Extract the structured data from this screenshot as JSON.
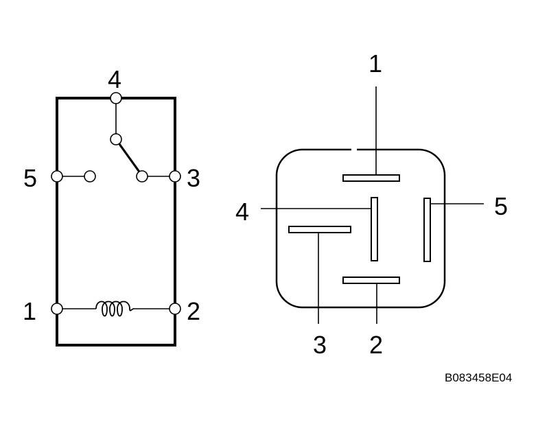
{
  "schematic": {
    "terminals": [
      "1",
      "2",
      "3",
      "4",
      "5"
    ]
  },
  "connector": {
    "pins": [
      "1",
      "2",
      "3",
      "4",
      "5"
    ]
  },
  "figure_code": "B083458E04"
}
